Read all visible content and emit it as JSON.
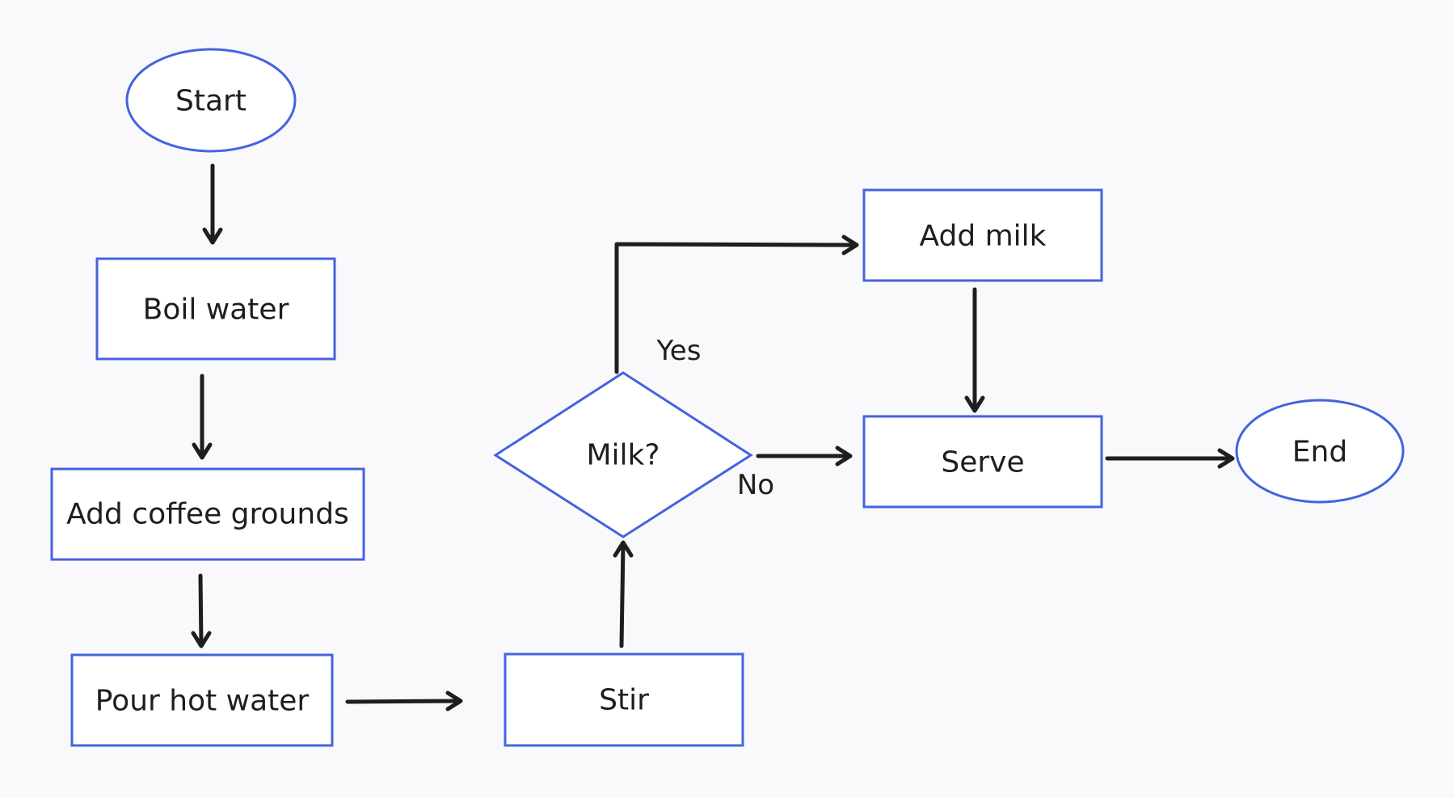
{
  "colors": {
    "background": "#f9f9fb",
    "node_fill": "#ffffff",
    "node_stroke": "#4563e0",
    "edge": "#1e1e1e",
    "text": "#1e1e1e"
  },
  "nodes": {
    "start": {
      "label": "Start",
      "shape": "ellipse"
    },
    "boil": {
      "label": "Boil water",
      "shape": "rectangle"
    },
    "grounds": {
      "label": "Add coffee grounds",
      "shape": "rectangle"
    },
    "pour": {
      "label": "Pour hot water",
      "shape": "rectangle"
    },
    "stir": {
      "label": "Stir",
      "shape": "rectangle"
    },
    "milk_q": {
      "label": "Milk?",
      "shape": "diamond"
    },
    "add_milk": {
      "label": "Add milk",
      "shape": "rectangle"
    },
    "serve": {
      "label": "Serve",
      "shape": "rectangle"
    },
    "end": {
      "label": "End",
      "shape": "ellipse"
    }
  },
  "edges": [
    {
      "from": "start",
      "to": "boil",
      "label": ""
    },
    {
      "from": "boil",
      "to": "grounds",
      "label": ""
    },
    {
      "from": "grounds",
      "to": "pour",
      "label": ""
    },
    {
      "from": "pour",
      "to": "stir",
      "label": ""
    },
    {
      "from": "stir",
      "to": "milk_q",
      "label": ""
    },
    {
      "from": "milk_q",
      "to": "add_milk",
      "label": "Yes"
    },
    {
      "from": "milk_q",
      "to": "serve",
      "label": "No"
    },
    {
      "from": "add_milk",
      "to": "serve",
      "label": ""
    },
    {
      "from": "serve",
      "to": "end",
      "label": ""
    }
  ],
  "edge_labels": {
    "yes": "Yes",
    "no": "No"
  }
}
